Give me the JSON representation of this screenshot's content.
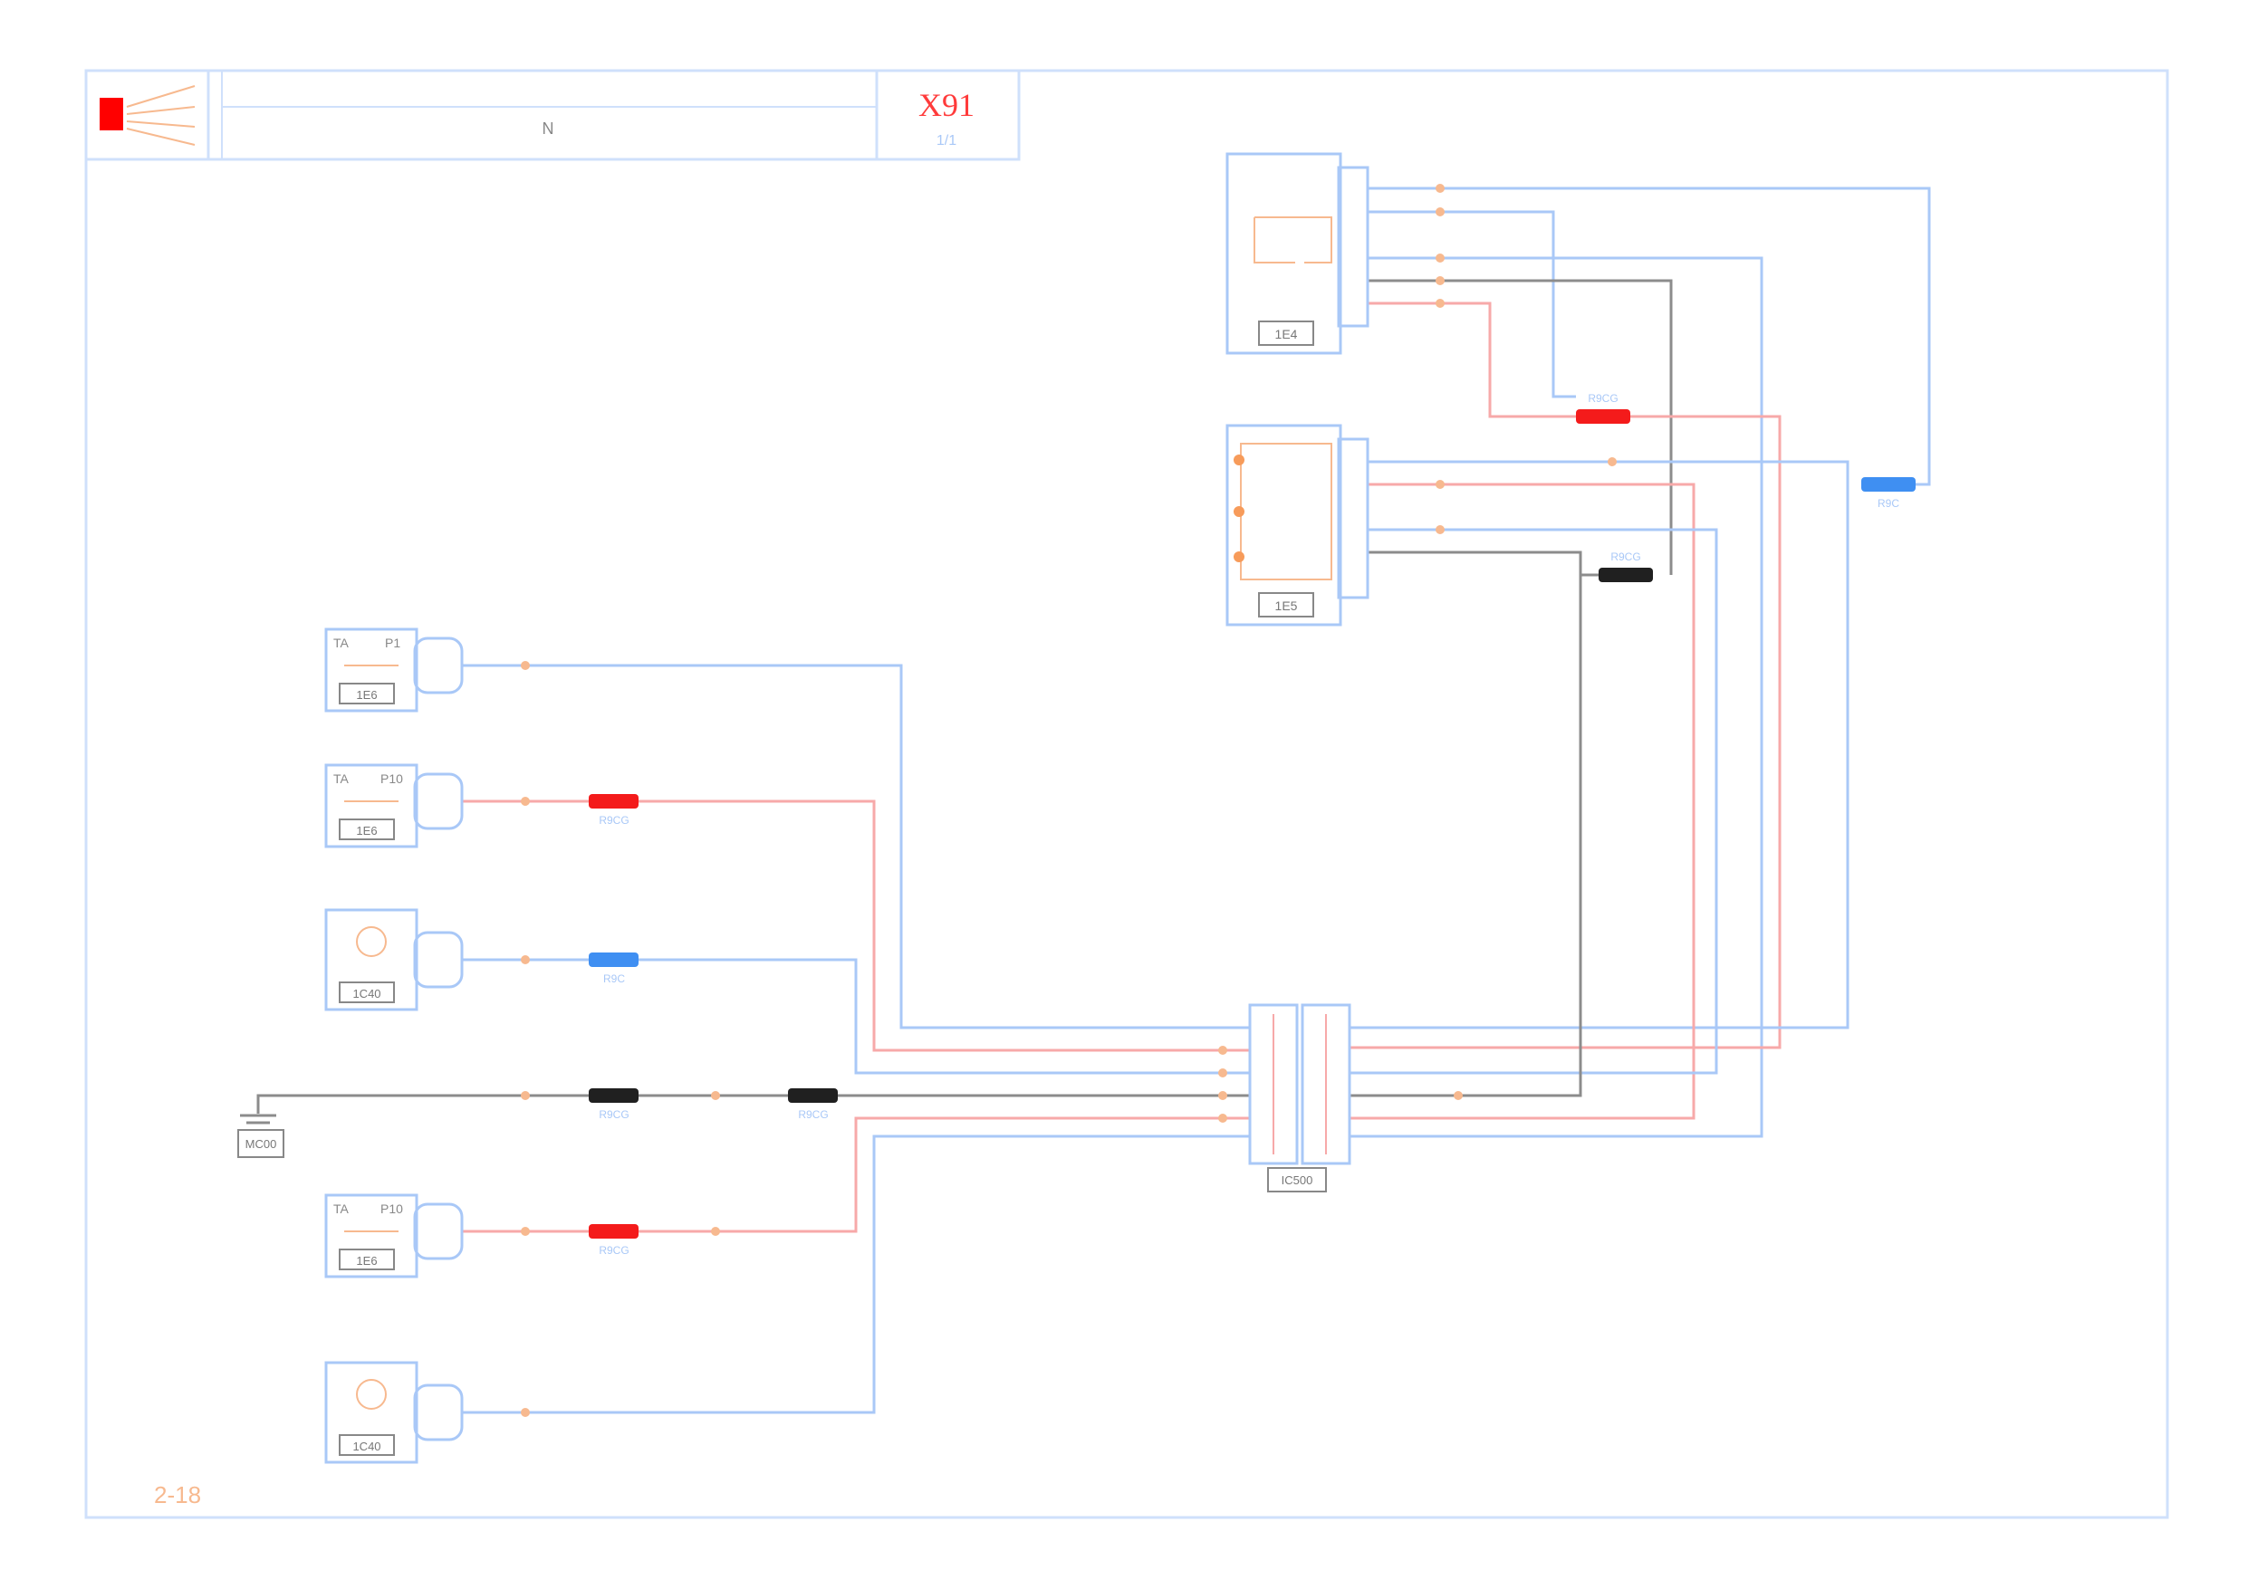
{
  "title_block": {
    "sheet_code": "X91",
    "sheet_sub": "1/1",
    "title_text": "N",
    "page_ref": "2-18"
  },
  "colors": {
    "frame": "#cfe0fb",
    "wire_blue": "#a9c8f7",
    "wire_red": "#f7a9a9",
    "wire_black": "#8c8c8c",
    "connector_red": "#f41b1b",
    "connector_blue": "#3f8ff2",
    "connector_black": "#202020",
    "pin_orange": "#f7b98f",
    "logo_red": "#ff0000"
  },
  "components": [
    {
      "id": "comp-top-right-1",
      "code": "1E4",
      "kind": "module"
    },
    {
      "id": "comp-top-right-2",
      "code": "1E5",
      "kind": "module"
    },
    {
      "id": "comp-left-1",
      "code": "1E6",
      "kind": "switch",
      "tag_a": "TA",
      "tag_b": "P1"
    },
    {
      "id": "comp-left-2",
      "code": "1E6",
      "kind": "switch",
      "tag_a": "TA",
      "tag_b": "P10"
    },
    {
      "id": "comp-left-3",
      "code": "1C40",
      "kind": "sensor"
    },
    {
      "id": "comp-left-4",
      "code": "1E6",
      "kind": "switch",
      "tag_a": "TA",
      "tag_b": "P10"
    },
    {
      "id": "comp-left-5",
      "code": "1C40",
      "kind": "sensor"
    },
    {
      "id": "comp-ground",
      "code": "MC00",
      "kind": "ground"
    },
    {
      "id": "comp-center-connector",
      "code": "IC500",
      "kind": "inline-connector"
    }
  ],
  "connectors": [
    {
      "id": "conn-red-upper",
      "color": "red",
      "label": "R9CG"
    },
    {
      "id": "conn-blue-right",
      "color": "blue",
      "label": "R9C"
    },
    {
      "id": "conn-black-upper",
      "color": "black",
      "label": "R9CG"
    },
    {
      "id": "conn-red-left-1",
      "color": "red",
      "label": "R9CG"
    },
    {
      "id": "conn-blue-left",
      "color": "blue",
      "label": "R9C"
    },
    {
      "id": "conn-black-left-1",
      "color": "black",
      "label": "R9CG"
    },
    {
      "id": "conn-black-left-2",
      "color": "black",
      "label": "R9CG"
    },
    {
      "id": "conn-red-left-2",
      "color": "red",
      "label": "R9CG"
    }
  ]
}
